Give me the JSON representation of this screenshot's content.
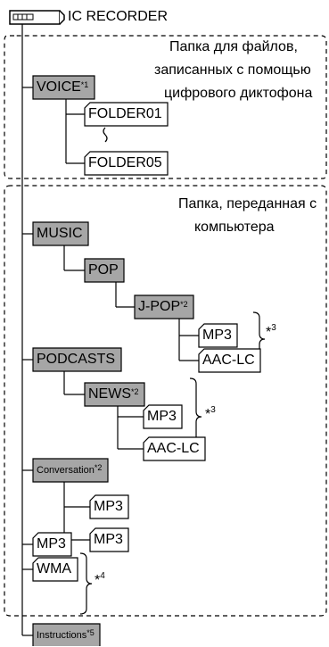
{
  "root": {
    "label": "IC RECORDER"
  },
  "captions": {
    "voice": [
      "Папка для файлов,",
      "записанных с помощью",
      "цифрового диктофона"
    ],
    "computer": [
      "Папка, переданная с",
      "компьютера"
    ]
  },
  "nodes": {
    "voice": {
      "label": "VOICE",
      "note": "*1"
    },
    "folder01": {
      "label": "FOLDER01"
    },
    "folder05": {
      "label": "FOLDER05"
    },
    "music": {
      "label": "MUSIC"
    },
    "pop": {
      "label": "POP"
    },
    "jpop": {
      "label": "J-POP",
      "note": "*2"
    },
    "jpop_mp3": {
      "label": "MP3"
    },
    "jpop_aac": {
      "label": "AAC-LC"
    },
    "podcasts": {
      "label": "PODCASTS"
    },
    "news": {
      "label": "NEWS",
      "note": "*2"
    },
    "news_mp3": {
      "label": "MP3"
    },
    "news_aac": {
      "label": "AAC-LC"
    },
    "conversation": {
      "label": "Conversation",
      "note": "*2"
    },
    "conv_mp3a": {
      "label": "MP3"
    },
    "conv_mp3b": {
      "label": "MP3"
    },
    "root_mp3": {
      "label": "MP3"
    },
    "root_wma": {
      "label": "WMA"
    },
    "instructions": {
      "label": "Instructions",
      "note": "*5"
    }
  },
  "markers": {
    "m3a": {
      "star": "*",
      "num": "3"
    },
    "m3b": {
      "star": "*",
      "num": "3"
    },
    "m4": {
      "star": "*",
      "num": "4"
    }
  },
  "colors": {
    "folder_fill": "#a6a6a6",
    "file_fill": "#ffffff",
    "line": "#000000"
  }
}
